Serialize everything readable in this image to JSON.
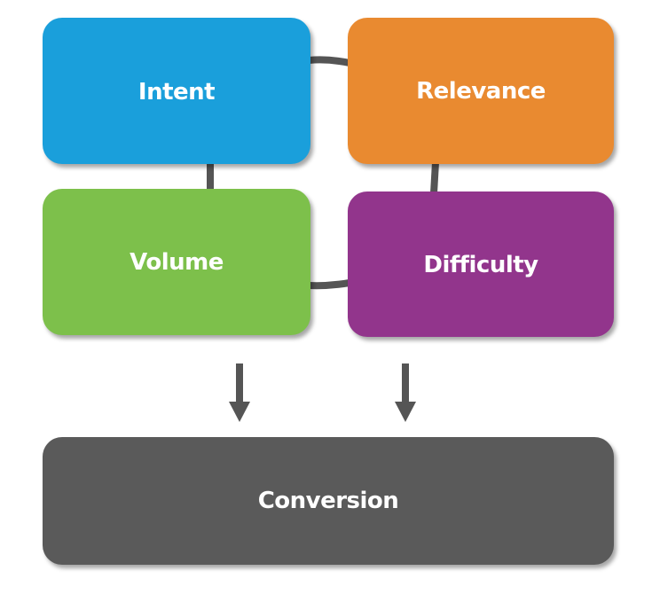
{
  "diagram": {
    "nodes": [
      {
        "id": "intent",
        "label": "Intent",
        "color": "#1a9fdb"
      },
      {
        "id": "relevance",
        "label": "Relevance",
        "color": "#e98a30"
      },
      {
        "id": "volume",
        "label": "Volume",
        "color": "#7dc04b"
      },
      {
        "id": "difficulty",
        "label": "Difficulty",
        "color": "#92358c"
      },
      {
        "id": "conversion",
        "label": "Conversion",
        "color": "#5a5a5a"
      }
    ],
    "edges": [
      {
        "from": "intent",
        "to": "relevance",
        "type": "connector"
      },
      {
        "from": "intent",
        "to": "volume",
        "type": "connector"
      },
      {
        "from": "relevance",
        "to": "difficulty",
        "type": "connector"
      },
      {
        "from": "volume",
        "to": "difficulty",
        "type": "connector"
      },
      {
        "from": "volume",
        "to": "conversion",
        "type": "arrow"
      },
      {
        "from": "difficulty",
        "to": "conversion",
        "type": "arrow"
      }
    ],
    "connector_color": "#555555"
  }
}
